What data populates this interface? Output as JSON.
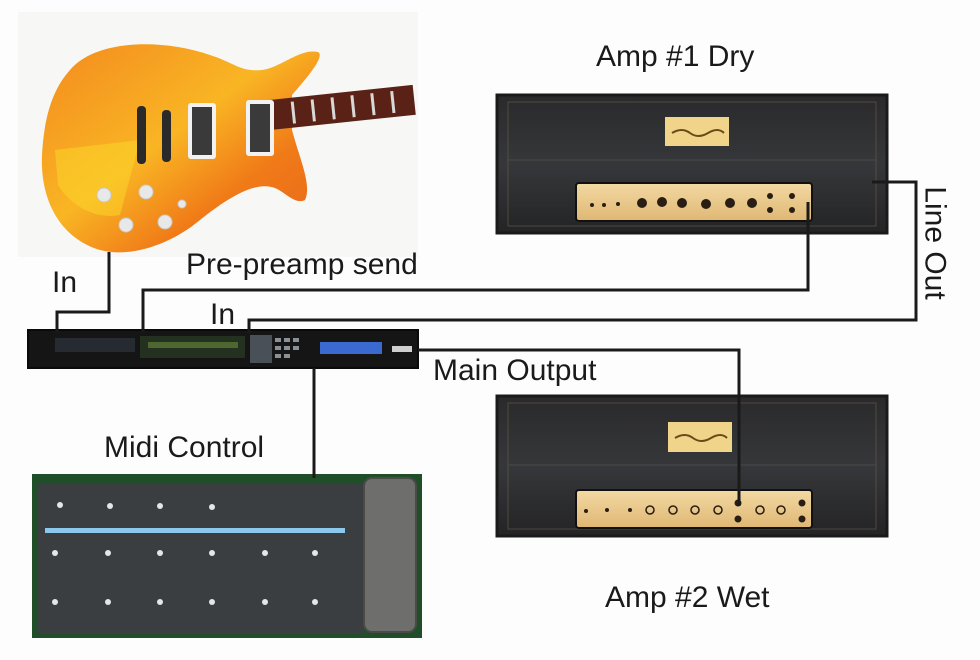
{
  "labels": {
    "amp1": "Amp #1 Dry",
    "amp2": "Amp #2 Wet",
    "pre_preamp_send": "Pre-preamp send",
    "in_guitar": "In",
    "in_line": "In",
    "line_out": "Line Out",
    "main_output": "Main Output",
    "midi_control": "Midi Control"
  },
  "components": [
    {
      "id": "guitar",
      "name": "Electric guitar",
      "color": "#f07a1a"
    },
    {
      "id": "processor",
      "name": "Rack effects processor",
      "color": "#1c1c1c"
    },
    {
      "id": "amp1",
      "name": "Amp head #1 (Dry)",
      "color": "#2c2c2e",
      "panel_color": "#e9c98c"
    },
    {
      "id": "amp2",
      "name": "Amp head #2 (Wet)",
      "color": "#2c2c2e",
      "panel_color": "#e9c98c"
    },
    {
      "id": "midi",
      "name": "MIDI foot controller",
      "color": "#3a3d3e",
      "accent": "#7fc0ea",
      "border": "#1f5a2a"
    }
  ],
  "connections": [
    {
      "from": "guitar",
      "to": "processor",
      "label": "In"
    },
    {
      "from": "processor",
      "to": "amp1",
      "label": "Pre-preamp send"
    },
    {
      "from": "amp1",
      "to": "processor",
      "label": "Line Out -> In"
    },
    {
      "from": "processor",
      "to": "amp2",
      "label": "Main Output"
    },
    {
      "from": "processor",
      "to": "midi",
      "label": "Midi Control"
    }
  ]
}
